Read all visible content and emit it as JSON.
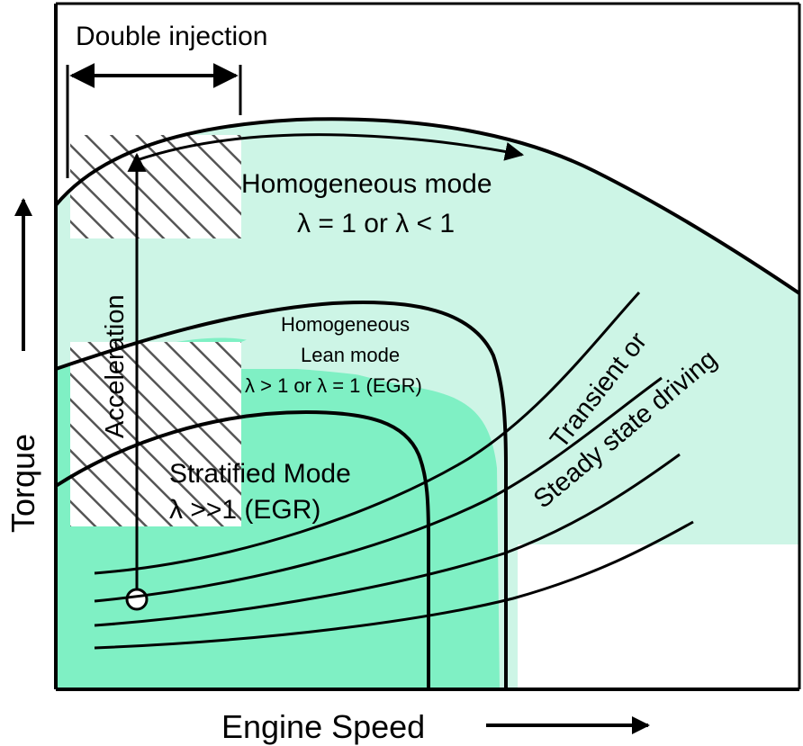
{
  "labels": {
    "double_injection": "Double injection",
    "homogeneous_mode": "Homogeneous mode",
    "homogeneous_lambda": "λ = 1 or λ < 1",
    "lean_mode_line1": "Homogeneous",
    "lean_mode_line2": "Lean mode",
    "lean_lambda": "λ > 1 or λ = 1 (EGR)",
    "stratified_mode": "Stratified Mode",
    "stratified_lambda": "λ >>1 (EGR)",
    "acceleration": "Acceleration",
    "transient_line1": "Transient or",
    "transient_line2": "Steady state driving",
    "x_axis": "Engine Speed",
    "y_axis": "Torque"
  },
  "colors": {
    "stratified_fill": "#7ff0c4",
    "homogeneous_fill": "#cdf5e6",
    "line": "#000000",
    "background": "#ffffff"
  }
}
